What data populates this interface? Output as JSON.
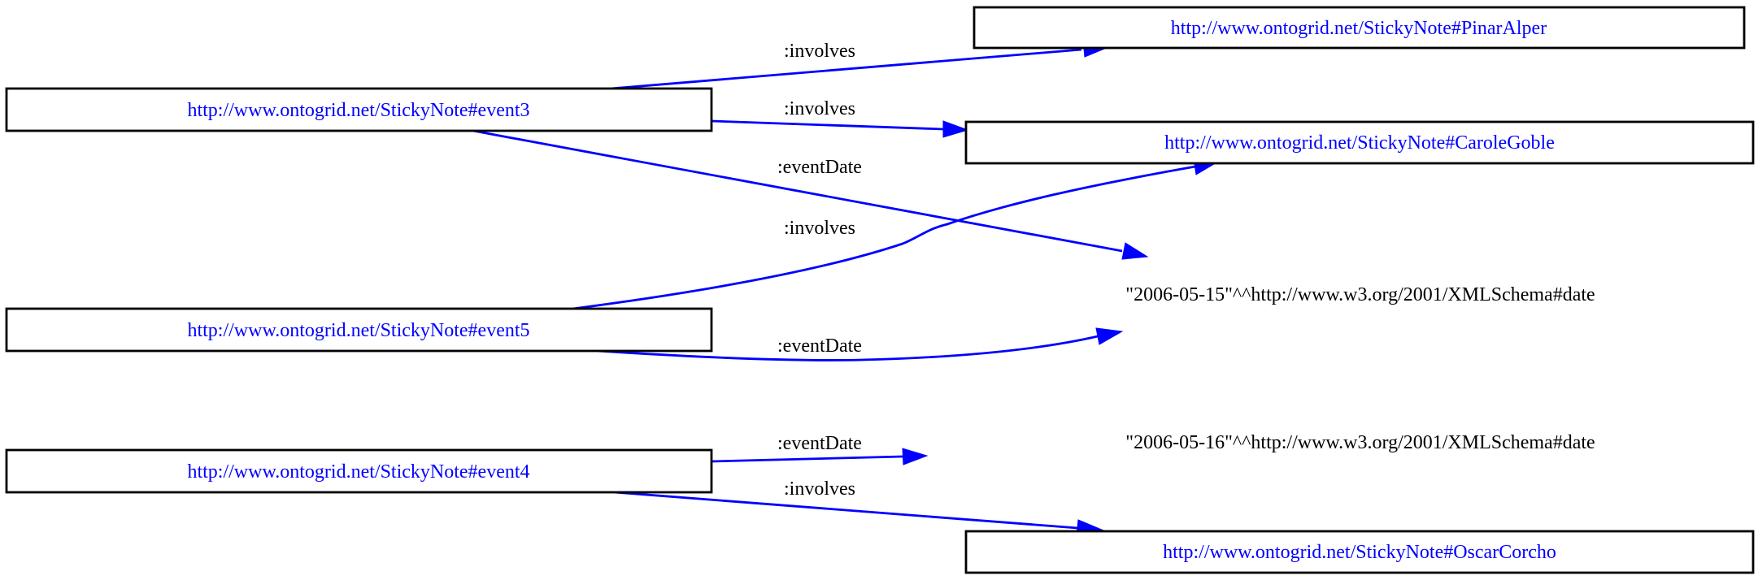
{
  "nodes": {
    "event3": "http://www.ontogrid.net/StickyNote#event3",
    "event5": "http://www.ontogrid.net/StickyNote#event5",
    "event4": "http://www.ontogrid.net/StickyNote#event4",
    "pinar": "http://www.ontogrid.net/StickyNote#PinarAlper",
    "carole": "http://www.ontogrid.net/StickyNote#CaroleGoble",
    "oscar": "http://www.ontogrid.net/StickyNote#OscarCorcho"
  },
  "literals": {
    "date_0515": "\"2006-05-15\"^^http://www.w3.org/2001/XMLSchema#date",
    "date_0516": "\"2006-05-16\"^^http://www.w3.org/2001/XMLSchema#date"
  },
  "edges": {
    "e3_pinar": ":involves",
    "e3_carole": ":involves",
    "e3_date": ":eventDate",
    "e5_carole": ":involves",
    "e5_date": ":eventDate",
    "e4_date": ":eventDate",
    "e4_oscar": ":involves"
  },
  "colors": {
    "uri_text": "#0000ff",
    "edge": "#0000ff",
    "literal_text": "#000000",
    "box_border": "#000000"
  }
}
